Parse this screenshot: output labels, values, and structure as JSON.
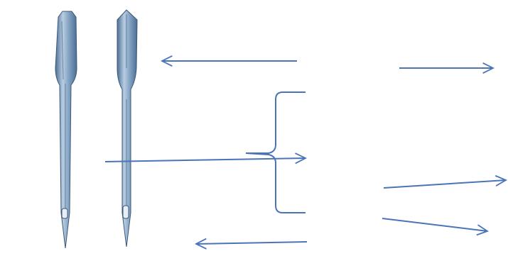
{
  "diagram": {
    "background": "#ffffff",
    "arrow_color": "#4a74b8",
    "needle_colors": {
      "light": "#b8cde2",
      "mid": "#7f9fc0",
      "dark": "#4d6f93",
      "edge": "#3b5878"
    },
    "needles": [
      {
        "name": "needle-round-shank",
        "shank": "round"
      },
      {
        "name": "needle-flat-shank",
        "shank": "flat"
      }
    ],
    "arrows": [
      {
        "name": "arrow-shank",
        "direction": "left"
      },
      {
        "name": "arrow-top-right",
        "direction": "right"
      },
      {
        "name": "arrow-groove",
        "direction": "right"
      },
      {
        "name": "arrow-mid-right",
        "direction": "right"
      },
      {
        "name": "arrow-lower-right",
        "direction": "right"
      },
      {
        "name": "arrow-point",
        "direction": "left"
      }
    ],
    "bracket": {
      "name": "blade-bracket",
      "side": "left"
    }
  }
}
